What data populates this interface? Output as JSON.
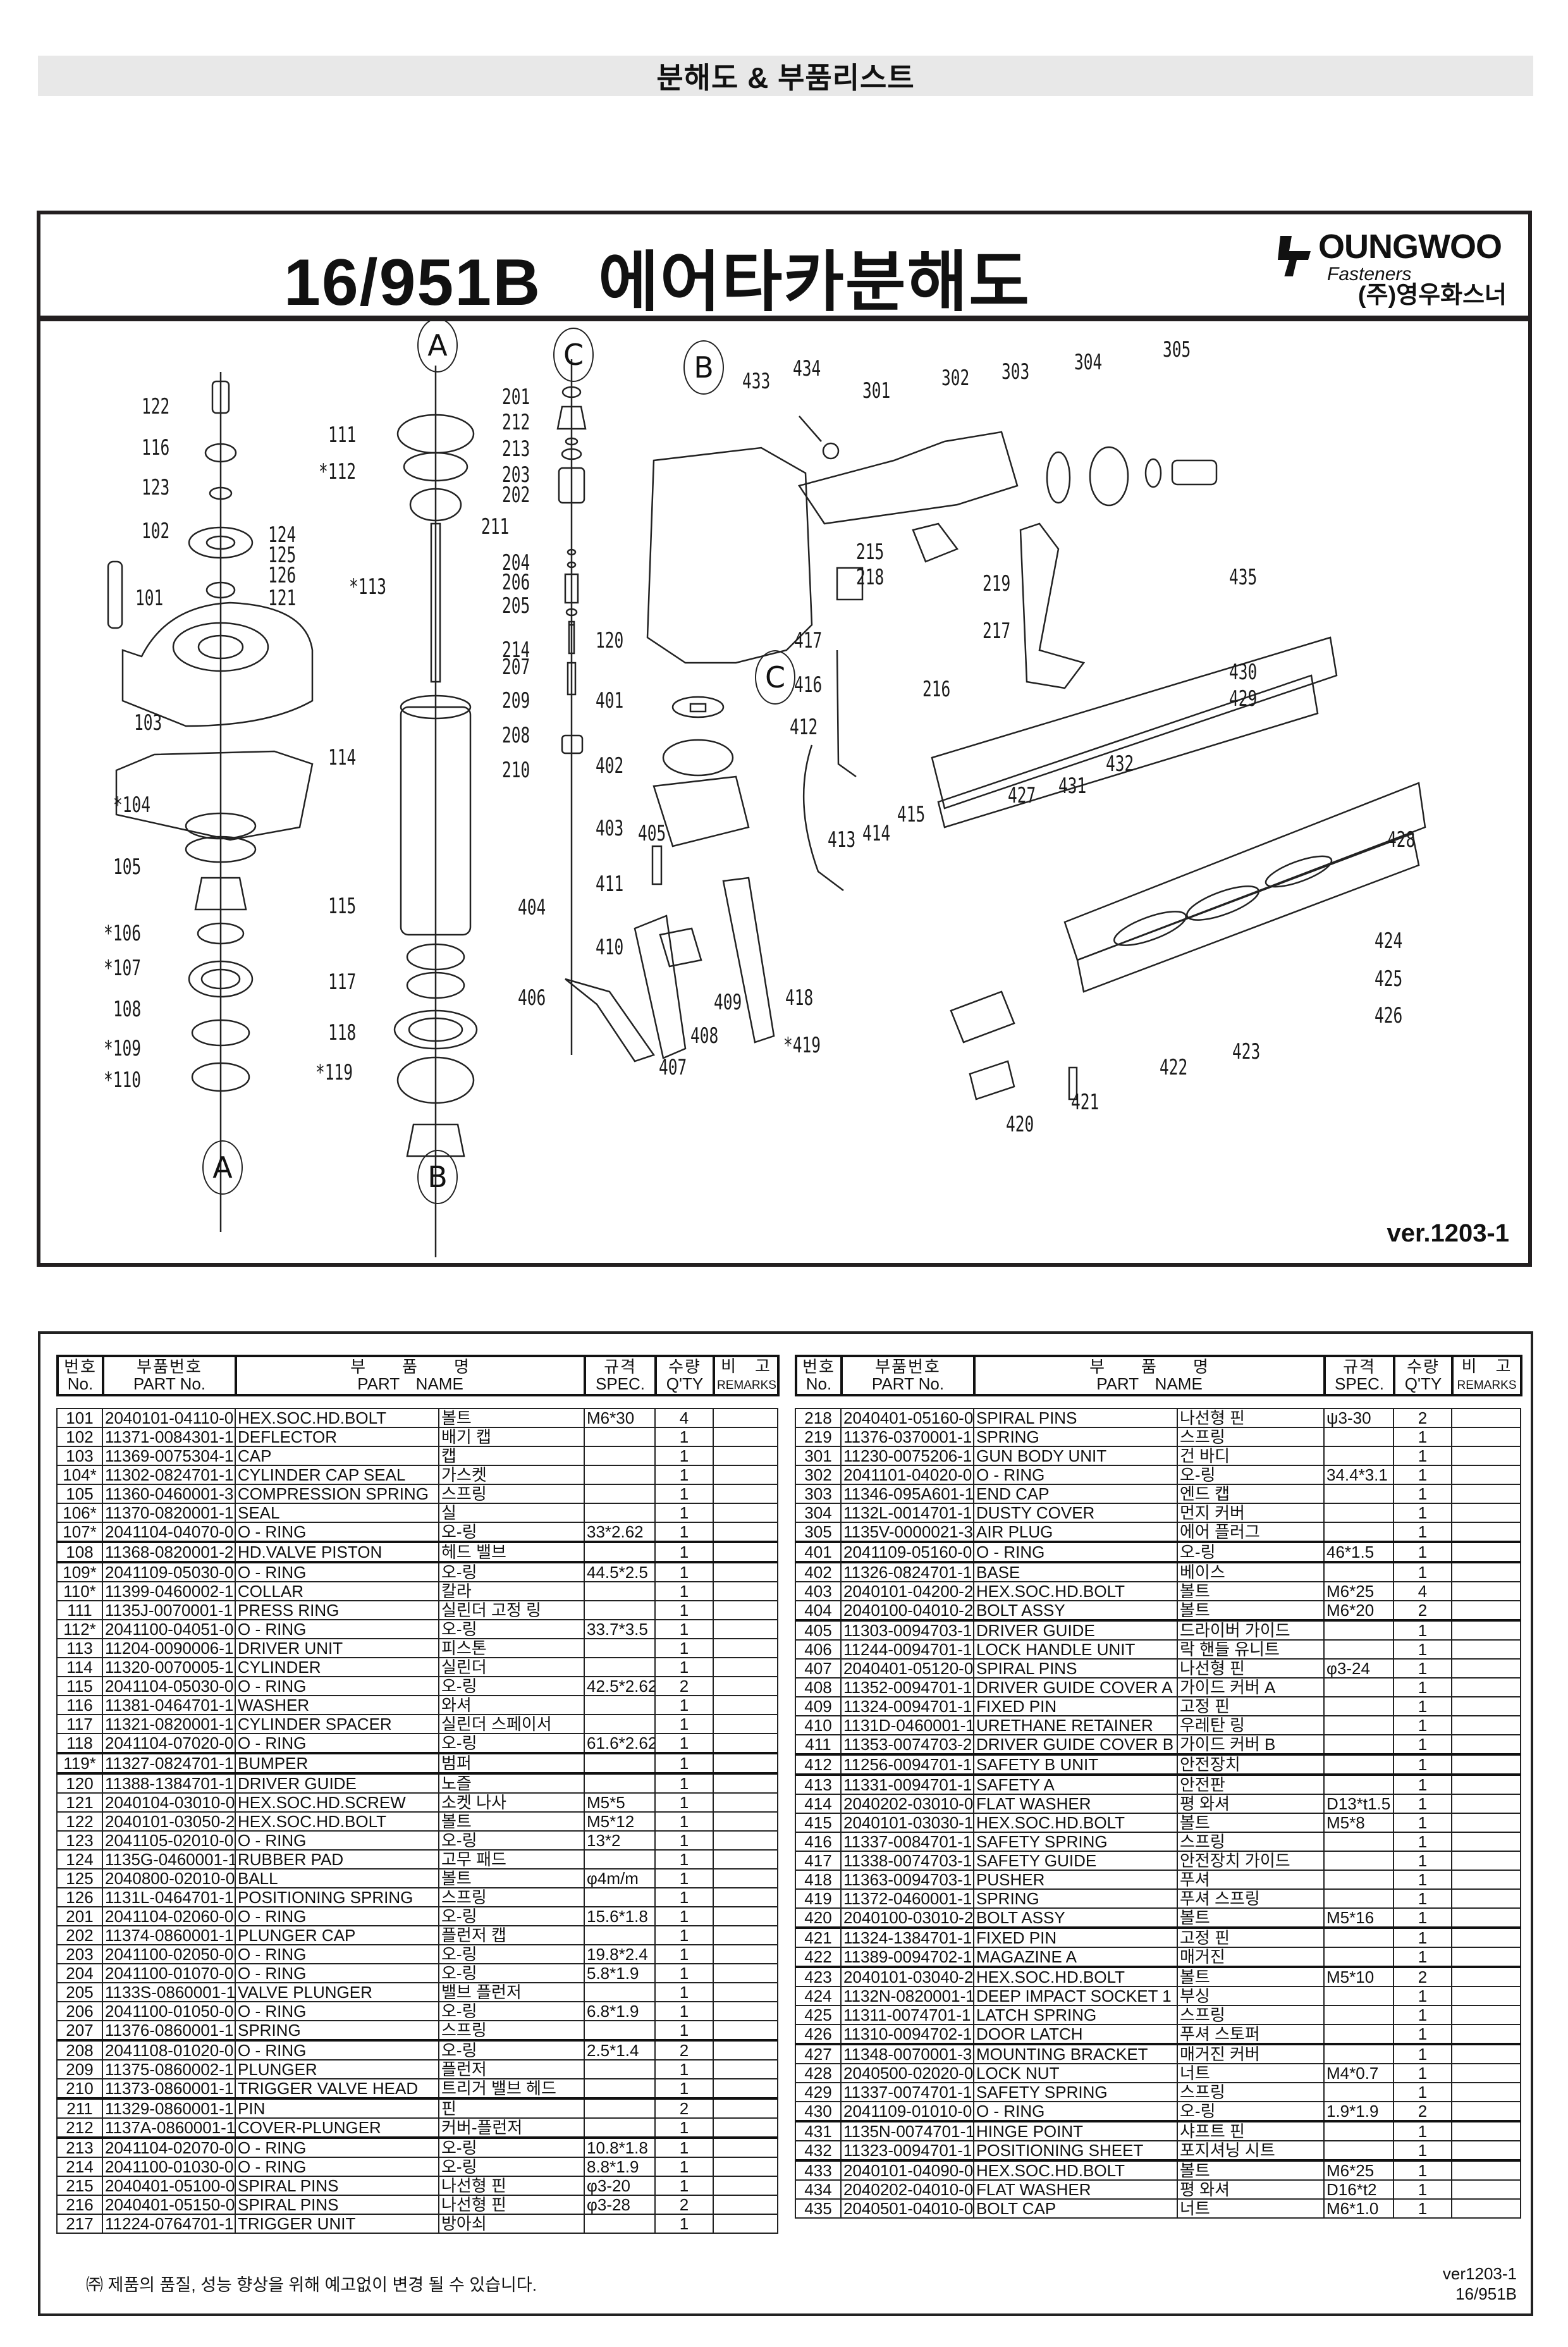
{
  "banner": {
    "title": "분해도 & 부품리스트"
  },
  "diagram": {
    "title_model": "16/951B",
    "title_text": "에어타카분해도",
    "logo": {
      "brand": "OUNGWOO",
      "tagline": "Fasteners",
      "company_kr": "(주)영우화스너"
    },
    "version": "ver.1203-1",
    "callout_circles": [
      "A",
      "B",
      "C"
    ],
    "part_labels": [
      "122",
      "116",
      "123",
      "102",
      "124",
      "125",
      "126",
      "121",
      "101",
      "103",
      "*104",
      "105",
      "*106",
      "*107",
      "108",
      "*109",
      "*110",
      "111",
      "*112",
      "*113",
      "114",
      "115",
      "117",
      "118",
      "*119",
      "201",
      "212",
      "213",
      "203",
      "202",
      "211",
      "204",
      "206",
      "205",
      "214",
      "207",
      "209",
      "208",
      "210",
      "120",
      "401",
      "402",
      "403",
      "404",
      "405",
      "406",
      "407",
      "408",
      "409",
      "410",
      "411",
      "301",
      "302",
      "303",
      "304",
      "305",
      "433",
      "434",
      "215",
      "218",
      "219",
      "217",
      "216",
      "417",
      "416",
      "412",
      "413",
      "414",
      "415",
      "418",
      "*419",
      "420",
      "421",
      "422",
      "423",
      "424",
      "425",
      "426",
      "427",
      "428",
      "429",
      "430",
      "431",
      "432",
      "435"
    ]
  },
  "table_header": {
    "no_kr": "번호",
    "no_en": "No.",
    "part_no_kr": "부품번호",
    "part_no_en": "PART No.",
    "part_name_kr": "부　　품　　명",
    "part_name_en": "PART　NAME",
    "spec_kr": "규격",
    "spec_en": "SPEC.",
    "qty_kr": "수량",
    "qty_en": "Q'TY",
    "remarks_kr": "비　고",
    "remarks_en": "REMARKS"
  },
  "parts_left": [
    {
      "no": "101",
      "part_no": "2040101-04110-0",
      "name_en": "HEX.SOC.HD.BOLT",
      "name_kr": "볼트",
      "spec": "M6*30",
      "qty": "4"
    },
    {
      "no": "102",
      "part_no": "11371-0084301-1",
      "name_en": "DEFLECTOR",
      "name_kr": "배기 캡",
      "spec": "",
      "qty": "1"
    },
    {
      "no": "103",
      "part_no": "11369-0075304-1",
      "name_en": "CAP",
      "name_kr": "캡",
      "spec": "",
      "qty": "1"
    },
    {
      "no": "104*",
      "part_no": "11302-0824701-1",
      "name_en": "CYLINDER CAP SEAL",
      "name_kr": "가스켓",
      "spec": "",
      "qty": "1"
    },
    {
      "no": "105",
      "part_no": "11360-0460001-3",
      "name_en": "COMPRESSION SPRING",
      "name_kr": "스프링",
      "spec": "",
      "qty": "1"
    },
    {
      "no": "106*",
      "part_no": "11370-0820001-1",
      "name_en": "SEAL",
      "name_kr": "실",
      "spec": "",
      "qty": "1"
    },
    {
      "no": "107*",
      "part_no": "2041104-04070-0",
      "name_en": "O - RING",
      "name_kr": "오-링",
      "spec": "33*2.62",
      "qty": "1"
    },
    {
      "no": "108",
      "part_no": "11368-0820001-2",
      "name_en": "HD.VALVE PISTON",
      "name_kr": "헤드 밸브",
      "spec": "",
      "qty": "1"
    },
    {
      "no": "109*",
      "part_no": "2041109-05030-0",
      "name_en": "O - RING",
      "name_kr": "오-링",
      "spec": "44.5*2.5",
      "qty": "1"
    },
    {
      "no": "110*",
      "part_no": "11399-0460002-1",
      "name_en": "COLLAR",
      "name_kr": "칼라",
      "spec": "",
      "qty": "1"
    },
    {
      "no": "111",
      "part_no": "1135J-0070001-1",
      "name_en": "PRESS RING",
      "name_kr": "실린더 고정 링",
      "spec": "",
      "qty": "1"
    },
    {
      "no": "112*",
      "part_no": "2041100-04051-0",
      "name_en": "O - RING",
      "name_kr": "오-링",
      "spec": "33.7*3.5",
      "qty": "1"
    },
    {
      "no": "113",
      "part_no": "11204-0090006-1",
      "name_en": "DRIVER UNIT",
      "name_kr": "피스톤",
      "spec": "",
      "qty": "1"
    },
    {
      "no": "114",
      "part_no": "11320-0070005-1",
      "name_en": "CYLINDER",
      "name_kr": "실린더",
      "spec": "",
      "qty": "1"
    },
    {
      "no": "115",
      "part_no": "2041104-05030-0",
      "name_en": "O - RING",
      "name_kr": "오-링",
      "spec": "42.5*2.62",
      "qty": "2"
    },
    {
      "no": "116",
      "part_no": "11381-0464701-1",
      "name_en": "WASHER",
      "name_kr": "와셔",
      "spec": "",
      "qty": "1"
    },
    {
      "no": "117",
      "part_no": "11321-0820001-1",
      "name_en": "CYLINDER SPACER",
      "name_kr": "실린더 스페이서",
      "spec": "",
      "qty": "1"
    },
    {
      "no": "118",
      "part_no": "2041104-07020-0",
      "name_en": "O - RING",
      "name_kr": "오-링",
      "spec": "61.6*2.62",
      "qty": "1"
    },
    {
      "no": "119*",
      "part_no": "11327-0824701-1",
      "name_en": "BUMPER",
      "name_kr": "범퍼",
      "spec": "",
      "qty": "1"
    },
    {
      "no": "120",
      "part_no": "11388-1384701-1",
      "name_en": "DRIVER GUIDE",
      "name_kr": "노즐",
      "spec": "",
      "qty": "1"
    },
    {
      "no": "121",
      "part_no": "2040104-03010-0",
      "name_en": "HEX.SOC.HD.SCREW",
      "name_kr": "소켓 나사",
      "spec": "M5*5",
      "qty": "1"
    },
    {
      "no": "122",
      "part_no": "2040101-03050-2",
      "name_en": "HEX.SOC.HD.BOLT",
      "name_kr": "볼트",
      "spec": "M5*12",
      "qty": "1"
    },
    {
      "no": "123",
      "part_no": "2041105-02010-0",
      "name_en": "O - RING",
      "name_kr": "오-링",
      "spec": "13*2",
      "qty": "1"
    },
    {
      "no": "124",
      "part_no": "1135G-0460001-1",
      "name_en": "RUBBER PAD",
      "name_kr": "고무 패드",
      "spec": "",
      "qty": "1"
    },
    {
      "no": "125",
      "part_no": "2040800-02010-0",
      "name_en": "BALL",
      "name_kr": "볼트",
      "spec": "φ4m/m",
      "qty": "1"
    },
    {
      "no": "126",
      "part_no": "1131L-0464701-1",
      "name_en": "POSITIONING SPRING",
      "name_kr": "스프링",
      "spec": "",
      "qty": "1"
    },
    {
      "no": "201",
      "part_no": "2041104-02060-0",
      "name_en": "O - RING",
      "name_kr": "오-링",
      "spec": "15.6*1.8",
      "qty": "1"
    },
    {
      "no": "202",
      "part_no": "11374-0860001-1",
      "name_en": "PLUNGER CAP",
      "name_kr": "플런저 캡",
      "spec": "",
      "qty": "1"
    },
    {
      "no": "203",
      "part_no": "2041100-02050-0",
      "name_en": "O - RING",
      "name_kr": "오-링",
      "spec": "19.8*2.4",
      "qty": "1"
    },
    {
      "no": "204",
      "part_no": "2041100-01070-0",
      "name_en": "O - RING",
      "name_kr": "오-링",
      "spec": "5.8*1.9",
      "qty": "1"
    },
    {
      "no": "205",
      "part_no": "1133S-0860001-1",
      "name_en": "VALVE PLUNGER",
      "name_kr": "밸브 플런저",
      "spec": "",
      "qty": "1"
    },
    {
      "no": "206",
      "part_no": "2041100-01050-0",
      "name_en": "O - RING",
      "name_kr": "오-링",
      "spec": "6.8*1.9",
      "qty": "1"
    },
    {
      "no": "207",
      "part_no": "11376-0860001-1",
      "name_en": "SPRING",
      "name_kr": "스프링",
      "spec": "",
      "qty": "1"
    },
    {
      "no": "208",
      "part_no": "2041108-01020-0",
      "name_en": "O - RING",
      "name_kr": "오-링",
      "spec": "2.5*1.4",
      "qty": "2"
    },
    {
      "no": "209",
      "part_no": "11375-0860002-1",
      "name_en": "PLUNGER",
      "name_kr": "플런저",
      "spec": "",
      "qty": "1"
    },
    {
      "no": "210",
      "part_no": "11373-0860001-1",
      "name_en": "TRIGGER VALVE HEAD",
      "name_kr": "트리거 밸브 헤드",
      "spec": "",
      "qty": "1"
    },
    {
      "no": "211",
      "part_no": "11329-0860001-1",
      "name_en": "PIN",
      "name_kr": "핀",
      "spec": "",
      "qty": "2"
    },
    {
      "no": "212",
      "part_no": "1137A-0860001-1",
      "name_en": "COVER-PLUNGER",
      "name_kr": "커버-플런저",
      "spec": "",
      "qty": "1"
    },
    {
      "no": "213",
      "part_no": "2041104-02070-0",
      "name_en": "O - RING",
      "name_kr": "오-링",
      "spec": "10.8*1.8",
      "qty": "1"
    },
    {
      "no": "214",
      "part_no": "2041100-01030-0",
      "name_en": "O - RING",
      "name_kr": "오-링",
      "spec": "8.8*1.9",
      "qty": "1"
    },
    {
      "no": "215",
      "part_no": "2040401-05100-0",
      "name_en": "SPIRAL PINS",
      "name_kr": "나선형 핀",
      "spec": "φ3-20",
      "qty": "1"
    },
    {
      "no": "216",
      "part_no": "2040401-05150-0",
      "name_en": "SPIRAL PINS",
      "name_kr": "나선형 핀",
      "spec": "φ3-28",
      "qty": "2"
    },
    {
      "no": "217",
      "part_no": "11224-0764701-1",
      "name_en": "TRIGGER UNIT",
      "name_kr": "방아쇠",
      "spec": "",
      "qty": "1"
    }
  ],
  "parts_right": [
    {
      "no": "218",
      "part_no": "2040401-05160-0",
      "name_en": "SPIRAL PINS",
      "name_kr": "나선형 핀",
      "spec": "ψ3-30",
      "qty": "2"
    },
    {
      "no": "219",
      "part_no": "11376-0370001-1",
      "name_en": "SPRING",
      "name_kr": "스프링",
      "spec": "",
      "qty": "1"
    },
    {
      "no": "301",
      "part_no": "11230-0075206-1",
      "name_en": "GUN BODY UNIT",
      "name_kr": "건 바디",
      "spec": "",
      "qty": "1"
    },
    {
      "no": "302",
      "part_no": "2041101-04020-0",
      "name_en": "O - RING",
      "name_kr": "오-링",
      "spec": "34.4*3.1",
      "qty": "1"
    },
    {
      "no": "303",
      "part_no": "11346-095A601-1",
      "name_en": "END CAP",
      "name_kr": "엔드 캡",
      "spec": "",
      "qty": "1"
    },
    {
      "no": "304",
      "part_no": "1132L-0014701-1",
      "name_en": "DUSTY COVER",
      "name_kr": "먼지 커버",
      "spec": "",
      "qty": "1"
    },
    {
      "no": "305",
      "part_no": "1135V-0000021-3",
      "name_en": "AIR PLUG",
      "name_kr": "에어 플러그",
      "spec": "",
      "qty": "1"
    },
    {
      "no": "401",
      "part_no": "2041109-05160-0",
      "name_en": "O - RING",
      "name_kr": "오-링",
      "spec": "46*1.5",
      "qty": "1"
    },
    {
      "no": "402",
      "part_no": "11326-0824701-1",
      "name_en": "BASE",
      "name_kr": "베이스",
      "spec": "",
      "qty": "1"
    },
    {
      "no": "403",
      "part_no": "2040101-04200-2",
      "name_en": "HEX.SOC.HD.BOLT",
      "name_kr": "볼트",
      "spec": "M6*25",
      "qty": "4"
    },
    {
      "no": "404",
      "part_no": "2040100-04010-2",
      "name_en": "BOLT ASSY",
      "name_kr": "볼트",
      "spec": "M6*20",
      "qty": "2"
    },
    {
      "no": "405",
      "part_no": "11303-0094703-1",
      "name_en": "DRIVER GUIDE",
      "name_kr": "드라이버 가이드",
      "spec": "",
      "qty": "1"
    },
    {
      "no": "406",
      "part_no": "11244-0094701-1",
      "name_en": "LOCK HANDLE UNIT",
      "name_kr": "락 핸들 유니트",
      "spec": "",
      "qty": "1"
    },
    {
      "no": "407",
      "part_no": "2040401-05120-0",
      "name_en": "SPIRAL PINS",
      "name_kr": "나선형 핀",
      "spec": "φ3-24",
      "qty": "1"
    },
    {
      "no": "408",
      "part_no": "11352-0094701-1",
      "name_en": "DRIVER GUIDE COVER A",
      "name_kr": "가이드 커버 A",
      "spec": "",
      "qty": "1"
    },
    {
      "no": "409",
      "part_no": "11324-0094701-1",
      "name_en": "FIXED PIN",
      "name_kr": "고정 핀",
      "spec": "",
      "qty": "1"
    },
    {
      "no": "410",
      "part_no": "1131D-0460001-1",
      "name_en": "URETHANE RETAINER",
      "name_kr": "우레탄 링",
      "spec": "",
      "qty": "1"
    },
    {
      "no": "411",
      "part_no": "11353-0074703-2",
      "name_en": "DRIVER GUIDE COVER B",
      "name_kr": "가이드 커버 B",
      "spec": "",
      "qty": "1"
    },
    {
      "no": "412",
      "part_no": "11256-0094701-1",
      "name_en": "SAFETY B UNIT",
      "name_kr": "안전장치",
      "spec": "",
      "qty": "1"
    },
    {
      "no": "413",
      "part_no": "11331-0094701-1",
      "name_en": "SAFETY A",
      "name_kr": "안전판",
      "spec": "",
      "qty": "1"
    },
    {
      "no": "414",
      "part_no": "2040202-03010-0",
      "name_en": "FLAT WASHER",
      "name_kr": "평 와셔",
      "spec": "D13*t1.5",
      "qty": "1"
    },
    {
      "no": "415",
      "part_no": "2040101-03030-1",
      "name_en": "HEX.SOC.HD.BOLT",
      "name_kr": "볼트",
      "spec": "M5*8",
      "qty": "1"
    },
    {
      "no": "416",
      "part_no": "11337-0084701-1",
      "name_en": "SAFETY SPRING",
      "name_kr": "스프링",
      "spec": "",
      "qty": "1"
    },
    {
      "no": "417",
      "part_no": "11338-0074703-1",
      "name_en": "SAFETY GUIDE",
      "name_kr": "안전장치 가이드",
      "spec": "",
      "qty": "1"
    },
    {
      "no": "418",
      "part_no": "11363-0094703-1",
      "name_en": "PUSHER",
      "name_kr": "푸셔",
      "spec": "",
      "qty": "1"
    },
    {
      "no": "419",
      "part_no": "11372-0460001-1",
      "name_en": "SPRING",
      "name_kr": "푸셔 스프링",
      "spec": "",
      "qty": "1"
    },
    {
      "no": "420",
      "part_no": "2040100-03010-2",
      "name_en": "BOLT ASSY",
      "name_kr": "볼트",
      "spec": "M5*16",
      "qty": "1"
    },
    {
      "no": "421",
      "part_no": "11324-1384701-1",
      "name_en": "FIXED PIN",
      "name_kr": "고정 핀",
      "spec": "",
      "qty": "1"
    },
    {
      "no": "422",
      "part_no": "11389-0094702-1",
      "name_en": "MAGAZINE A",
      "name_kr": "매거진",
      "spec": "",
      "qty": "1"
    },
    {
      "no": "423",
      "part_no": "2040101-03040-2",
      "name_en": "HEX.SOC.HD.BOLT",
      "name_kr": "볼트",
      "spec": "M5*10",
      "qty": "2"
    },
    {
      "no": "424",
      "part_no": "1132N-0820001-1",
      "name_en": "DEEP IMPACT SOCKET 1",
      "name_kr": "부싱",
      "spec": "",
      "qty": "1"
    },
    {
      "no": "425",
      "part_no": "11311-0074701-1",
      "name_en": "LATCH SPRING",
      "name_kr": "스프링",
      "spec": "",
      "qty": "1"
    },
    {
      "no": "426",
      "part_no": "11310-0094702-1",
      "name_en": "DOOR LATCH",
      "name_kr": "푸셔 스토퍼",
      "spec": "",
      "qty": "1"
    },
    {
      "no": "427",
      "part_no": "11348-0070001-3",
      "name_en": "MOUNTING BRACKET",
      "name_kr": "매거진 커버",
      "spec": "",
      "qty": "1"
    },
    {
      "no": "428",
      "part_no": "2040500-02020-0",
      "name_en": "LOCK NUT",
      "name_kr": "너트",
      "spec": "M4*0.7",
      "qty": "1"
    },
    {
      "no": "429",
      "part_no": "11337-0074701-1",
      "name_en": "SAFETY SPRING",
      "name_kr": "스프링",
      "spec": "",
      "qty": "1"
    },
    {
      "no": "430",
      "part_no": "2041109-01010-0",
      "name_en": "O - RING",
      "name_kr": "오-링",
      "spec": "1.9*1.9",
      "qty": "2"
    },
    {
      "no": "431",
      "part_no": "1135N-0074701-1",
      "name_en": "HINGE POINT",
      "name_kr": "샤프트 핀",
      "spec": "",
      "qty": "1"
    },
    {
      "no": "432",
      "part_no": "11323-0094701-1",
      "name_en": "POSITIONING SHEET",
      "name_kr": "포지셔닝 시트",
      "spec": "",
      "qty": "1"
    },
    {
      "no": "433",
      "part_no": "2040101-04090-0",
      "name_en": "HEX.SOC.HD.BOLT",
      "name_kr": "볼트",
      "spec": "M6*25",
      "qty": "1"
    },
    {
      "no": "434",
      "part_no": "2040202-04010-0",
      "name_en": "FLAT WASHER",
      "name_kr": "평 와셔",
      "spec": "D16*t2",
      "qty": "1"
    },
    {
      "no": "435",
      "part_no": "2040501-04010-0",
      "name_en": "BOLT CAP",
      "name_kr": "너트",
      "spec": "M6*1.0",
      "qty": "1"
    }
  ],
  "footer": {
    "note": "㈜ 제품의 품질, 성능 향상을 위해 예고없이 변경 될 수 있습니다.",
    "version": "ver1203-1",
    "model": "16/951B"
  }
}
